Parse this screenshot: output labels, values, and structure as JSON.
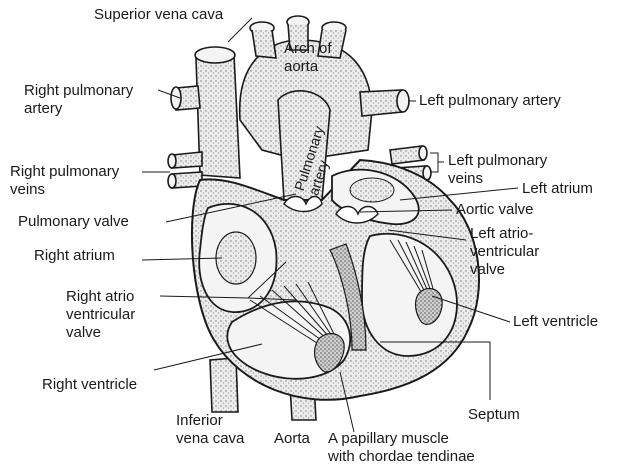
{
  "labels": {
    "superior_vena_cava": "Superior vena cava",
    "arch_of_aorta": "Arch of\naorta",
    "right_pulmonary_artery": "Right pulmonary\nartery",
    "left_pulmonary_artery": "Left pulmonary artery",
    "pulmonary_artery": "Pulmonary\nartery",
    "right_pulmonary_veins": "Right pulmonary\nveins",
    "left_pulmonary_veins": "Left pulmonary\nveins",
    "left_atrium": "Left atrium",
    "pulmonary_valve": "Pulmonary valve",
    "aortic_valve": "Aortic valve",
    "right_atrium": "Right atrium",
    "left_atrioventricular_valve": "Left atrio-\nventricular\nvalve",
    "right_atrioventricular_valve": "Right atrio\nventricular\nvalve",
    "left_ventricle": "Left ventricle",
    "right_ventricle": "Right ventricle",
    "inferior_vena_cava": "Inferior\nvena cava",
    "aorta": "Aorta",
    "papillary_muscle": "A papillary muscle\nwith chordae tendinae",
    "septum": "Septum"
  },
  "colors": {
    "ink": "#1a1a1a",
    "tissue": "#dcdcdc",
    "chamber": "#f4f4f4"
  }
}
